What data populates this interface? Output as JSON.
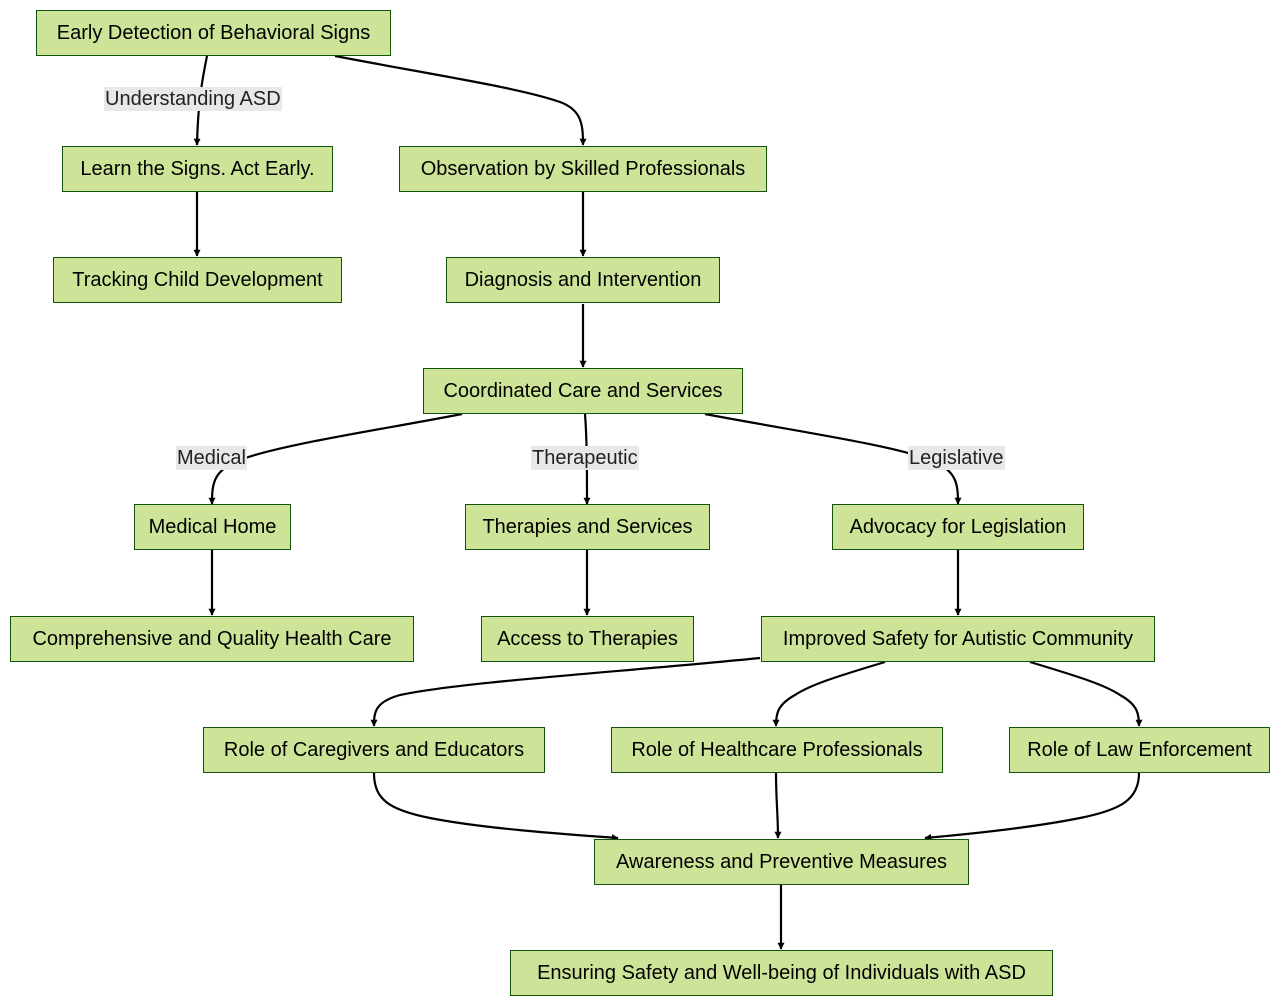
{
  "colors": {
    "node_fill": "#cde498",
    "node_border": "#13540c",
    "edge": "#000000",
    "label_bg": "#e8e8e8"
  },
  "nodes": {
    "n1": "Early Detection of Behavioral Signs",
    "n2": "Learn the Signs. Act Early.",
    "n3": "Observation by Skilled Professionals",
    "n4": "Tracking Child Development",
    "n5": "Diagnosis and Intervention",
    "n6": "Coordinated Care and Services",
    "n7": "Medical Home",
    "n8": "Therapies and Services",
    "n9": "Advocacy for Legislation",
    "n10": "Comprehensive and Quality Health Care",
    "n11": "Access to Therapies",
    "n12": "Improved Safety for Autistic Community",
    "n13": "Role of Caregivers and Educators",
    "n14": "Role of Healthcare Professionals",
    "n15": "Role of Law Enforcement",
    "n16": "Awareness and Preventive Measures",
    "n17": "Ensuring Safety and Well-being of Individuals with ASD"
  },
  "edge_labels": {
    "e1": "Understanding ASD",
    "e2": "Medical",
    "e3": "Therapeutic",
    "e4": "Legislative"
  },
  "edges": [
    {
      "from": "n1",
      "to": "n2",
      "label": "e1"
    },
    {
      "from": "n1",
      "to": "n3"
    },
    {
      "from": "n2",
      "to": "n4"
    },
    {
      "from": "n3",
      "to": "n5"
    },
    {
      "from": "n5",
      "to": "n6"
    },
    {
      "from": "n6",
      "to": "n7",
      "label": "e2"
    },
    {
      "from": "n6",
      "to": "n8",
      "label": "e3"
    },
    {
      "from": "n6",
      "to": "n9",
      "label": "e4"
    },
    {
      "from": "n7",
      "to": "n10"
    },
    {
      "from": "n8",
      "to": "n11"
    },
    {
      "from": "n9",
      "to": "n12"
    },
    {
      "from": "n12",
      "to": "n13"
    },
    {
      "from": "n12",
      "to": "n14"
    },
    {
      "from": "n12",
      "to": "n15"
    },
    {
      "from": "n13",
      "to": "n16"
    },
    {
      "from": "n14",
      "to": "n16"
    },
    {
      "from": "n15",
      "to": "n16"
    },
    {
      "from": "n16",
      "to": "n17"
    }
  ]
}
